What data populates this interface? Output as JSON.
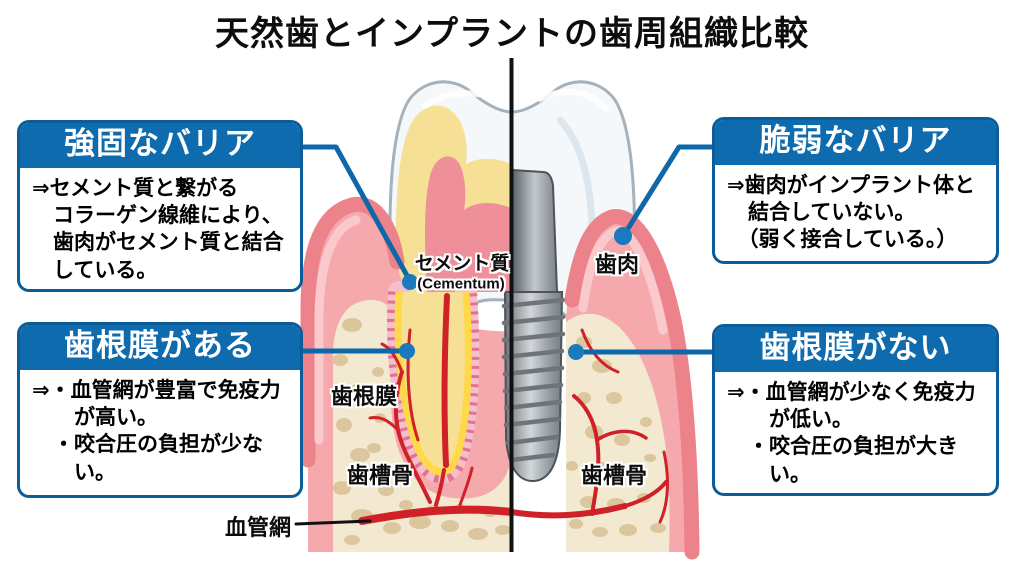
{
  "title": "天然歯とインプラントの歯周組織比較",
  "callouts": {
    "strong_barrier": {
      "header": "強固なバリア",
      "body": "⇒セメント質と繋がる\n　コラーゲン線維により、\n　歯肉がセメント質と結合\n　している。"
    },
    "pdl_present": {
      "header": "歯根膜がある",
      "body": "⇒・血管網が豊富で免疫力\n　　が高い。\n　・咬合圧の負担が少な\n　　い。"
    },
    "weak_barrier": {
      "header": "脆弱なバリア",
      "body": "⇒歯肉がインプラント体と\n　結合していない。\n　（弱く接合している。）"
    },
    "pdl_absent": {
      "header": "歯根膜がない",
      "body": "⇒・血管網が少なく免疫力\n　　が低い。\n　・咬合圧の負担が大き\n　　い。"
    }
  },
  "labels": {
    "cementum_jp": "セメント質",
    "cementum_en": "(Cementum)",
    "gingiva": "歯肉",
    "periodontal_ligament": "歯根膜",
    "alveolar_bone_left": "歯槽骨",
    "alveolar_bone_right": "歯槽骨",
    "vascular_network": "血管網"
  },
  "colors": {
    "callout_blue": "#0e6bae",
    "callout_border_blue": "#0b5d9a",
    "leader_line_blue": "#0e67a8",
    "leader_dot_blue": "#1b79bd",
    "gum_outer_pink": "#ec828a",
    "gum_mid_pink": "#f5a9ad",
    "gum_light_pink": "#fac9cb",
    "bone_beige": "#f3e9d0",
    "bone_spot": "#dbc69e",
    "dentin_yellow": "#f6e096",
    "cementum_yellow": "#ffd94a",
    "pulp_pink": "#ef8f9a",
    "pdl_hatch_pink": "#e2738f",
    "vessel_red": "#cf2127",
    "implant_gray": "#8a9096",
    "divider_black": "#111111"
  }
}
